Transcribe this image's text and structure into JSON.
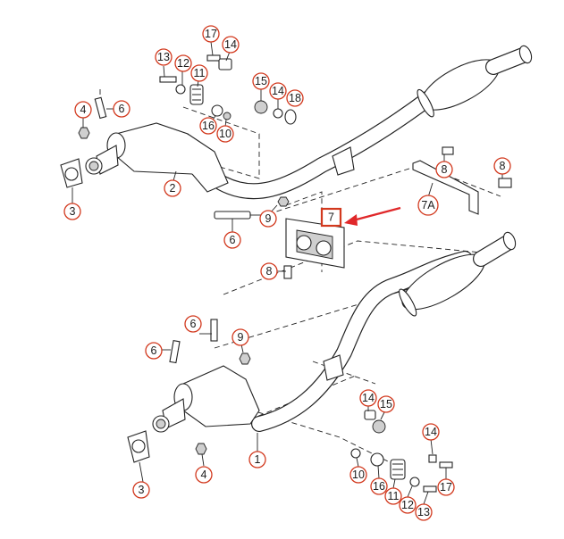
{
  "accent_color": "#d2391e",
  "highlight_color": "#e0282a",
  "callouts": {
    "c17_top": "17",
    "c14_top": "14",
    "c13_top": "13",
    "c12_top": "12",
    "c11_top": "11",
    "c16_top": "16",
    "c10_top": "10",
    "c15_top": "15",
    "c14b_top": "14",
    "c18_top": "18",
    "c4_top": "4",
    "c6_top": "6",
    "c2": "2",
    "c3_top": "3",
    "c9_top": "9",
    "c6_mid": "6",
    "c7": "7",
    "c7A": "7A",
    "c8_right1": "8",
    "c8_right2": "8",
    "c8_left": "8",
    "c6_low1": "6",
    "c6_low2": "6",
    "c9_low": "9",
    "c1": "1",
    "c3_low": "3",
    "c4_low": "4",
    "c14_low1": "14",
    "c15_low": "15",
    "c14_low2": "14",
    "c10_low": "10",
    "c16_low": "16",
    "c11_low": "11",
    "c12_low": "12",
    "c13_low": "13",
    "c17_low": "17"
  }
}
